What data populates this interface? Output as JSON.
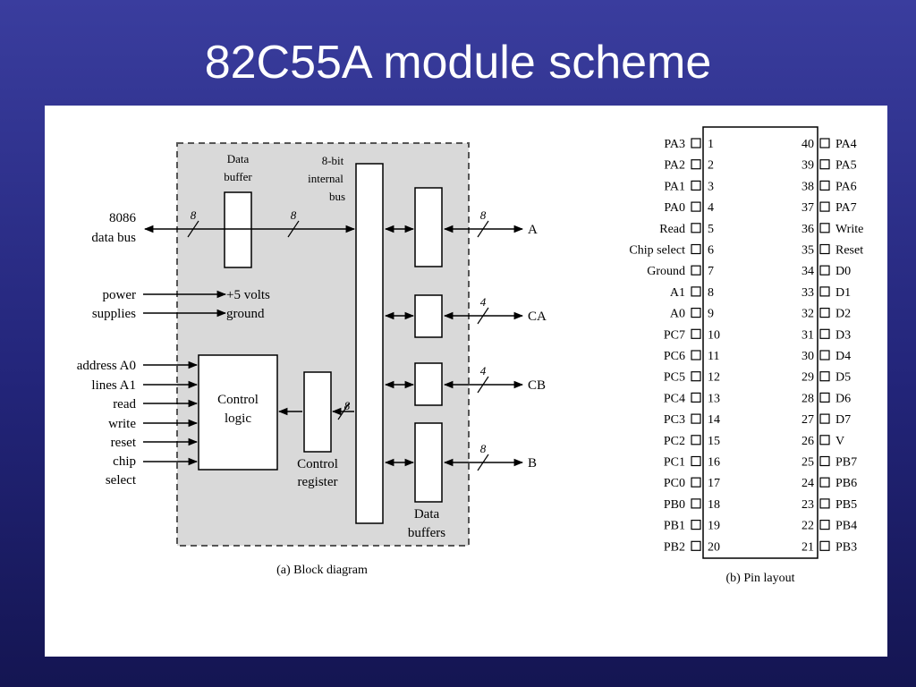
{
  "slide": {
    "title": "82C55A module scheme"
  },
  "block_diagram": {
    "caption": "(a) Block diagram",
    "data_buffer_label": [
      "Data",
      "buffer"
    ],
    "internal_bus_label": [
      "8-bit",
      "internal",
      "bus"
    ],
    "control_logic_label": [
      "Control",
      "logic"
    ],
    "control_register_label": [
      "Control",
      "register"
    ],
    "data_buffers_label": [
      "Data",
      "buffers"
    ],
    "data_bus_label": [
      "8086",
      "data bus"
    ],
    "power_label": [
      "power",
      "supplies"
    ],
    "power_values": [
      "+5 volts",
      "ground"
    ],
    "control_inputs": [
      "address A0",
      "lines A1",
      "read",
      "write",
      "reset",
      "chip",
      "select"
    ],
    "bus_widths": {
      "data_bus_in": "8",
      "buffer_to_bus": "8",
      "port_a": "8",
      "port_ca": "4",
      "port_cb": "4",
      "port_b": "8",
      "control_reg": "8"
    },
    "ports": [
      "A",
      "CA",
      "CB",
      "B"
    ]
  },
  "pin_layout": {
    "caption": "(b) Pin layout",
    "left_pins": [
      {
        "num": "1",
        "name": "PA3"
      },
      {
        "num": "2",
        "name": "PA2"
      },
      {
        "num": "3",
        "name": "PA1"
      },
      {
        "num": "4",
        "name": "PA0"
      },
      {
        "num": "5",
        "name": "Read"
      },
      {
        "num": "6",
        "name": "Chip select"
      },
      {
        "num": "7",
        "name": "Ground"
      },
      {
        "num": "8",
        "name": "A1"
      },
      {
        "num": "9",
        "name": "A0"
      },
      {
        "num": "10",
        "name": "PC7"
      },
      {
        "num": "11",
        "name": "PC6"
      },
      {
        "num": "12",
        "name": "PC5"
      },
      {
        "num": "13",
        "name": "PC4"
      },
      {
        "num": "14",
        "name": "PC3"
      },
      {
        "num": "15",
        "name": "PC2"
      },
      {
        "num": "16",
        "name": "PC1"
      },
      {
        "num": "17",
        "name": "PC0"
      },
      {
        "num": "18",
        "name": "PB0"
      },
      {
        "num": "19",
        "name": "PB1"
      },
      {
        "num": "20",
        "name": "PB2"
      }
    ],
    "right_pins": [
      {
        "num": "40",
        "name": "PA4"
      },
      {
        "num": "39",
        "name": "PA5"
      },
      {
        "num": "38",
        "name": "PA6"
      },
      {
        "num": "37",
        "name": "PA7"
      },
      {
        "num": "36",
        "name": "Write"
      },
      {
        "num": "35",
        "name": "Reset"
      },
      {
        "num": "34",
        "name": "D0"
      },
      {
        "num": "33",
        "name": "D1"
      },
      {
        "num": "32",
        "name": "D2"
      },
      {
        "num": "31",
        "name": "D3"
      },
      {
        "num": "30",
        "name": "D4"
      },
      {
        "num": "29",
        "name": "D5"
      },
      {
        "num": "28",
        "name": "D6"
      },
      {
        "num": "27",
        "name": "D7"
      },
      {
        "num": "26",
        "name": "V"
      },
      {
        "num": "25",
        "name": "PB7"
      },
      {
        "num": "24",
        "name": "PB6"
      },
      {
        "num": "23",
        "name": "PB5"
      },
      {
        "num": "22",
        "name": "PB4"
      },
      {
        "num": "21",
        "name": "PB3"
      }
    ]
  }
}
